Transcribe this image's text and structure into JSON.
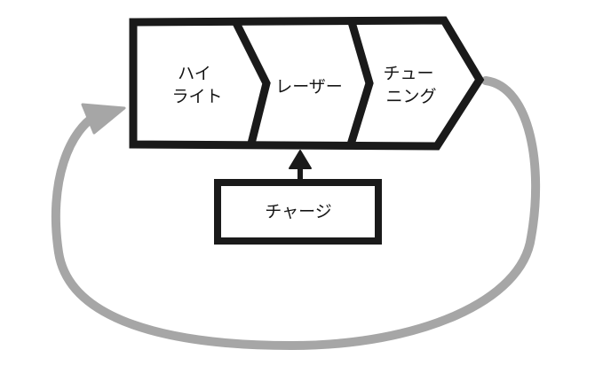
{
  "diagram": {
    "stages": [
      {
        "lines": [
          "ハイ",
          "ライト"
        ]
      },
      {
        "lines": [
          "レーザー"
        ]
      },
      {
        "lines": [
          "チュー",
          "ニング"
        ]
      }
    ],
    "input_box": {
      "label": "チャージ"
    }
  },
  "colors": {
    "outline": "#1a1a1a",
    "loop_arrow": "#a6a6a6",
    "text": "#141414",
    "background": "#ffffff"
  }
}
